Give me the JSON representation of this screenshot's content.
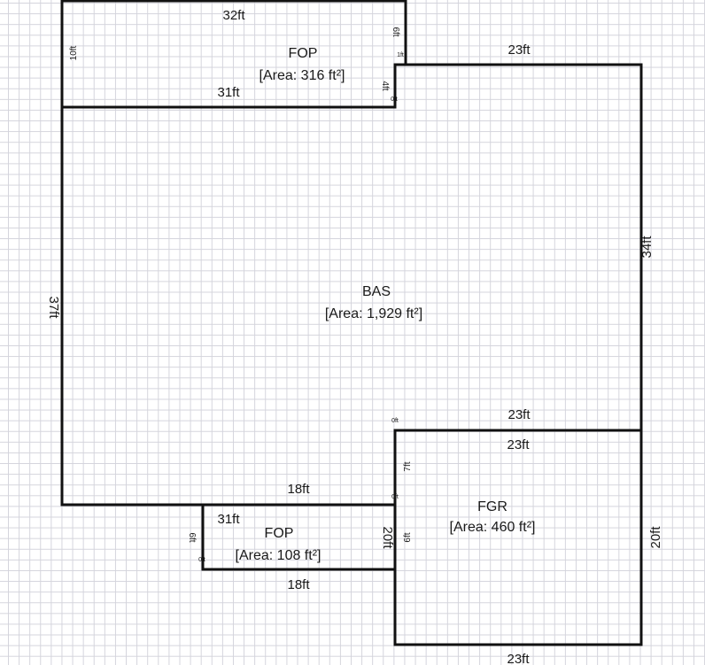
{
  "rooms": {
    "bas": {
      "name": "BAS",
      "area": "[Area: 1,929 ft²]"
    },
    "fop_top": {
      "name": "FOP",
      "area": "[Area: 316 ft²]"
    },
    "fop_bottom": {
      "name": "FOP",
      "area": "[Area: 108 ft²]"
    },
    "fgr": {
      "name": "FGR",
      "area": "[Area: 460 ft²]"
    }
  },
  "dimensions": {
    "fop_top_top": "32ft",
    "fop_top_left": "10ft",
    "fop_top_right_upper": "6ft",
    "fop_top_step": "1ft",
    "fop_top_right_lower": "4ft",
    "fop_top_corner": "0ft",
    "fop_top_bottom": "31ft",
    "bas_top": "23ft",
    "bas_right": "34ft",
    "bas_left": "37ft",
    "bas_inner_top": "23ft",
    "bas_inner_corner": "0ft",
    "bas_bottom": "18ft",
    "bas_bottom_corner": "0ft",
    "fgr_top": "23ft",
    "fgr_left_upper": "7ft",
    "fgr_left_lower": "6ft",
    "fgr_right": "20ft",
    "fgr_bottom": "23ft",
    "fop_bottom_top": "31ft",
    "fop_bottom_left": "6ft",
    "fop_bottom_corner": "0ft",
    "fop_bottom_right": "20ft",
    "fop_bottom_bottom": "18ft"
  }
}
